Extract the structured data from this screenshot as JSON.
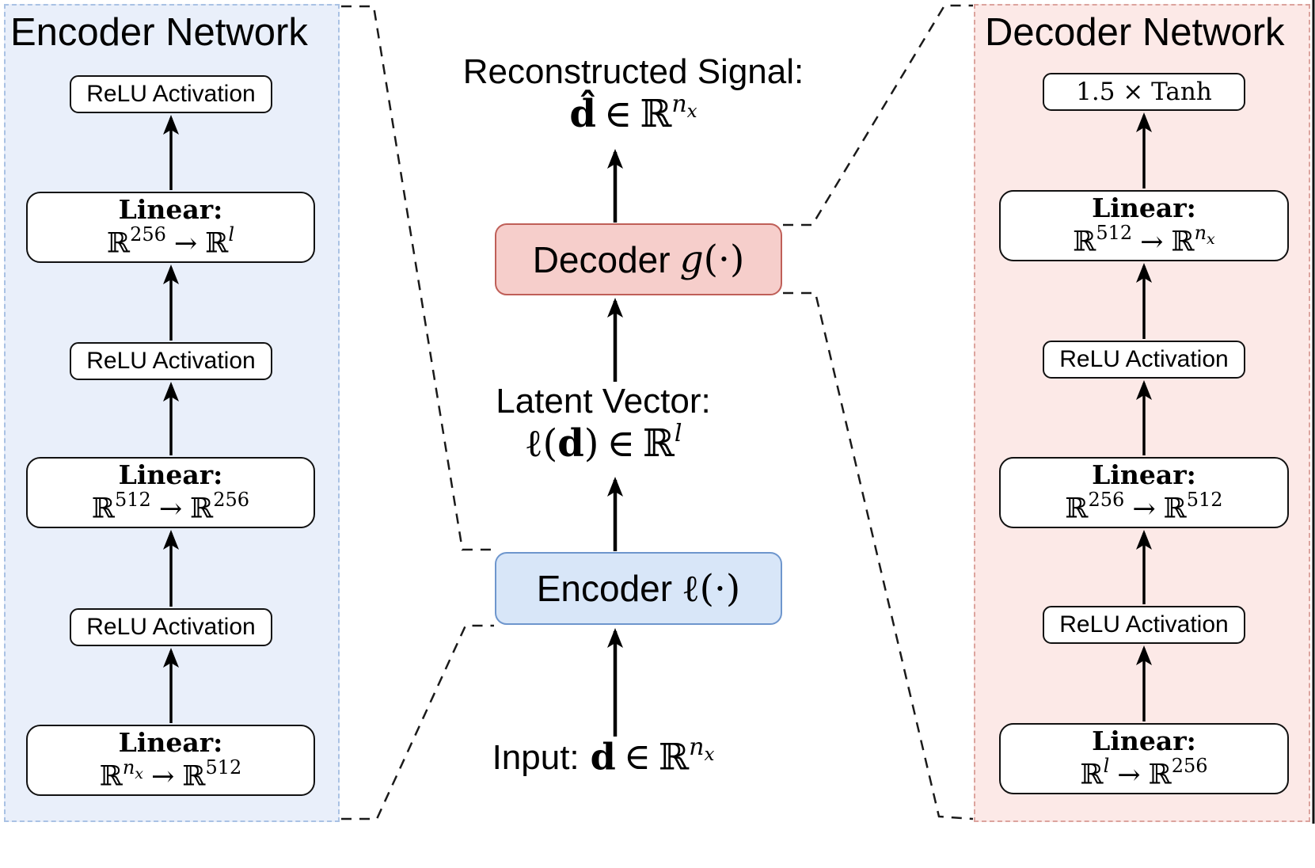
{
  "encoder_panel": {
    "title": "Encoder Network",
    "relu1": "ReLU Activation",
    "relu2": "ReLU Activation",
    "relu3": "ReLU Activation",
    "lin1": {
      "t": "Linear:",
      "fr": "ℝ",
      "fs": "256",
      "ar": "→",
      "tr": "ℝ",
      "ts": "l"
    },
    "lin2": {
      "t": "Linear:",
      "fr": "ℝ",
      "fs": "512",
      "ar": "→",
      "tr": "ℝ",
      "ts": "256"
    },
    "lin3": {
      "t": "Linear:",
      "fr": "ℝ",
      "fs": "n",
      "fss": "x",
      "ar": "→",
      "tr": "ℝ",
      "ts": "512"
    }
  },
  "decoder_panel": {
    "title": "Decoder Network",
    "tanh": "1.5 × Tanh",
    "relu1": "ReLU Activation",
    "relu2": "ReLU Activation",
    "lin1": {
      "t": "Linear:",
      "fr": "ℝ",
      "fs": "512",
      "ar": "→",
      "tr": "ℝ",
      "ts": "n",
      "tss": "x"
    },
    "lin2": {
      "t": "Linear:",
      "fr": "ℝ",
      "fs": "256",
      "ar": "→",
      "tr": "ℝ",
      "ts": "512"
    },
    "lin3": {
      "t": "Linear:",
      "fr": "ℝ",
      "fs": "l",
      "ar": "→",
      "tr": "ℝ",
      "ts": "256"
    }
  },
  "center": {
    "reconstructed_label": "Reconstructed Signal:",
    "reconstructed_math": {
      "dhat": "d̂",
      "in": "∈",
      "r": "ℝ",
      "sup": "n",
      "sub": "x"
    },
    "decoder_box": {
      "name": "Decoder",
      "var": "g",
      "args": "(·)"
    },
    "latent_label": "Latent Vector:",
    "latent_math": {
      "fn": "ℓ(",
      "d": "d",
      "close": ")",
      "in": "∈",
      "r": "ℝ",
      "sup": "l"
    },
    "encoder_box": {
      "name": "Encoder",
      "var": "ℓ",
      "args": "(·)"
    },
    "input_line": {
      "label": "Input:",
      "d": "d",
      "in": "∈",
      "r": "ℝ",
      "sup": "n",
      "sub": "x"
    }
  },
  "colors": {
    "encoder_panel_bg": "#e9effa",
    "encoder_panel_border": "#aac2e4",
    "decoder_panel_bg": "#fce9e7",
    "decoder_panel_border": "#dca49e",
    "encoder_box_bg": "#d8e6f8",
    "encoder_box_border": "#6e96cd",
    "decoder_box_bg": "#f6cecb",
    "decoder_box_border": "#bf5f58"
  }
}
